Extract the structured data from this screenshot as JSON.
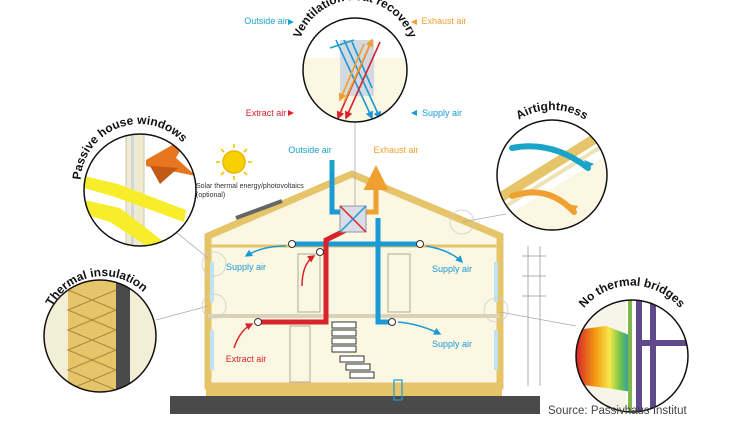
{
  "colors": {
    "supply": "#1a9ad6",
    "extract": "#d8232a",
    "exhaust": "#f0a030",
    "outside": "#1aa4c8",
    "house_fill": "#fbf7e2",
    "insulation": "#e6c56a",
    "ground": "#4a4a4a"
  },
  "labels": {
    "outside_air_top": "Outside air",
    "exhaust_air_top": "Exhaust air",
    "extract_air_top": "Extract air",
    "supply_air_top": "Supply air",
    "outside_air_roof": "Outside air",
    "exhaust_air_roof": "Exhaust air",
    "supply_air_left_upper": "Supply air",
    "supply_air_right_upper": "Supply air",
    "supply_air_right_lower": "Supply air",
    "extract_air_lower": "Extract air",
    "solar_line1": "Solar thermal energy/photovoltaics",
    "solar_line2": "(optional)",
    "source": "Source: Passivhaus Institut"
  },
  "circles": {
    "ventilation": "Ventilation heat recovery",
    "windows": "Passive house windows",
    "airtightness": "Airtightness",
    "insulation": "Thermal insulation",
    "bridges": "No thermal bridges"
  },
  "icons": [
    "sun-icon",
    "solar-panel-icon",
    "heat-exchanger-icon",
    "window-frame-icon",
    "staircase-icon"
  ]
}
